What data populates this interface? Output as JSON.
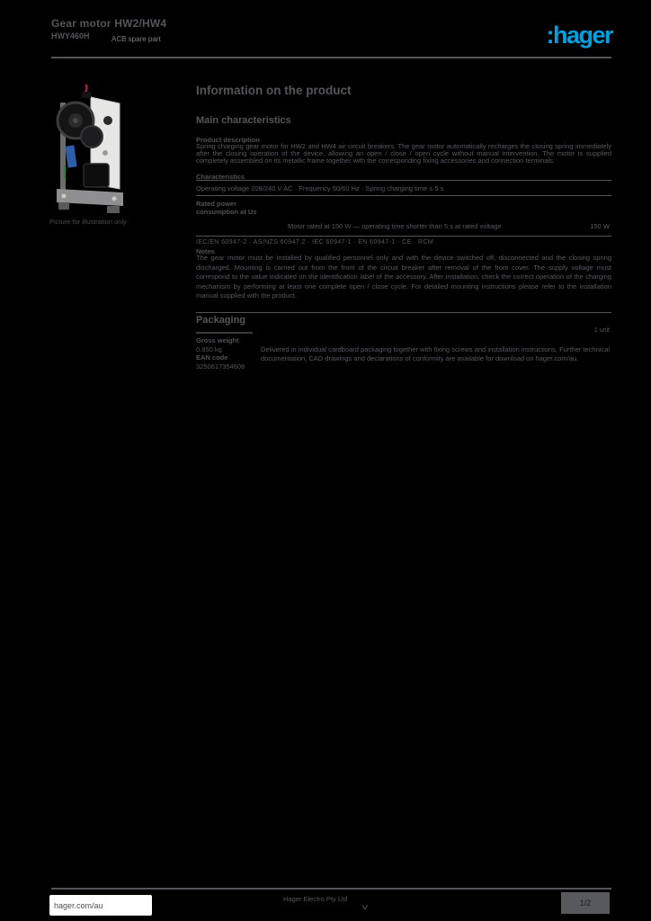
{
  "colors": {
    "background": "#000000",
    "text_gray": "#55565a",
    "light_gray": "#7e7f83",
    "accent_blue": "#00a0e1",
    "footer_box_white": "#ffffff"
  },
  "header": {
    "title": "Gear motor HW2/HW4",
    "reference": "HWY460H",
    "reference_note": "ACB spare part",
    "logo_text": ":hager"
  },
  "product": {
    "caption": "Picture for illustration only"
  },
  "main": {
    "heading": "Information on the product",
    "section1": {
      "title": "Main characteristics",
      "description_label": "Product description",
      "description": "Spring charging gear motor for HW2 and HW4 air circuit breakers. The gear motor automatically recharges the closing spring immediately after the closing operation of the device, allowing an open / close / open cycle without manual intervention. The motor is supplied completely assembled on its metallic frame together with the corresponding fixing accessories and connection terminals.",
      "characteristics_label": "Characteristics",
      "voltage_row": "Operating voltage 208/240 V AC  ·  Frequency 50/60 Hz  ·  Spring charging time ≤ 5 s",
      "power_label": "Rated power consumption at Us",
      "power_note": "Motor rated at 150 W — operating time shorter than 5 s at rated voltage",
      "power_value": "150 W",
      "standards_row": "IEC/EN 60947-2 · AS/NZS 60947.2 · IEC 60947-1 · EN 60947-1 · CE · RCM",
      "notes_label": "Notes",
      "notes": "The gear motor must be installed by qualified personnel only and with the device switched off, disconnected and the closing spring discharged. Mounting is carried out from the front of the circuit breaker after removal of the front cover. The supply voltage must correspond to the value indicated on the identification label of the accessory. After installation, check the correct operation of the charging mechanism by performing at least one complete open / close cycle. For detailed mounting instructions please refer to the installation manual supplied with the product."
    },
    "section2": {
      "title": "Packaging",
      "unit_value": "1 unit",
      "left_lines": [
        "Gross weight",
        "0.850 kg",
        "EAN code",
        "3250617354608"
      ],
      "note": "Delivered in individual cardboard packaging together with fixing screws and installation instructions. Further technical documentation, CAD drawings and declarations of conformity are available for download on hager.com/au."
    }
  },
  "footer": {
    "link": "hager.com/au",
    "company": "Hager Electro Pty Ltd",
    "mark": "v",
    "page": "1/2"
  }
}
